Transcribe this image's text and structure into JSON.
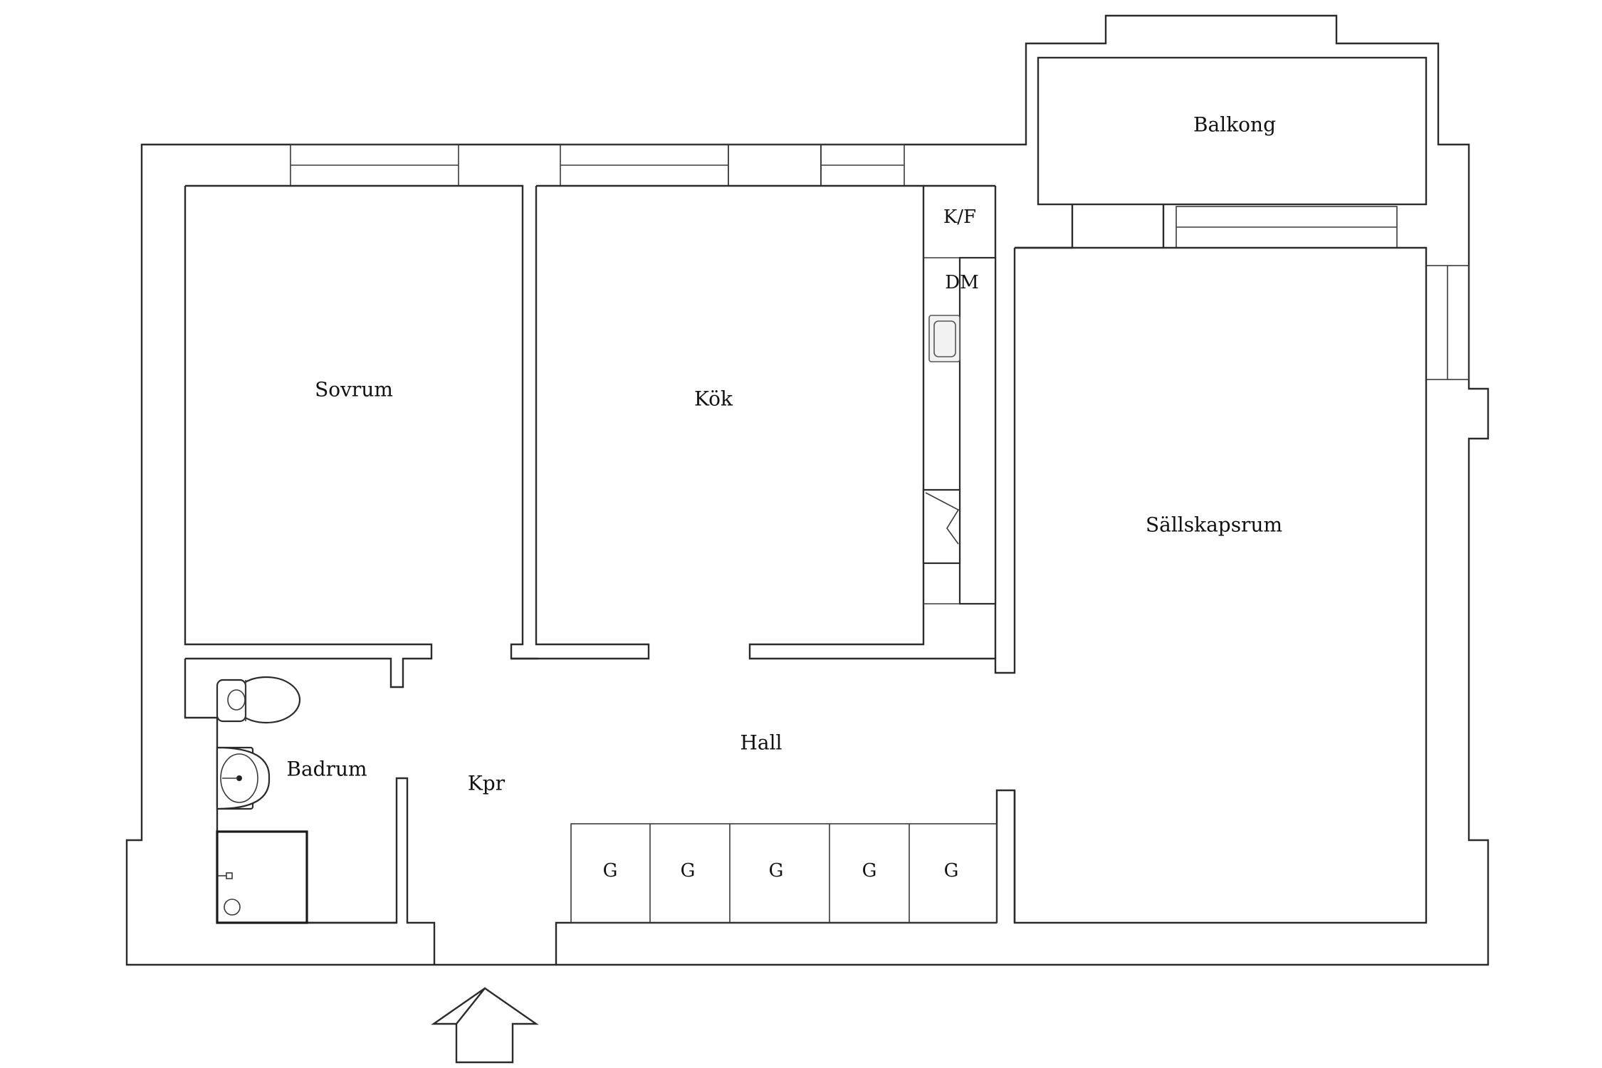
{
  "rooms": {
    "balcony": "Balkong",
    "fridge_freezer": "K/F",
    "dishwasher": "DM",
    "bedroom": "Sovrum",
    "kitchen": "Kök",
    "living_room": "Sällskapsrum",
    "hall": "Hall",
    "bathroom": "Badrum",
    "closet": "Kpr"
  },
  "wardrobes": [
    "G",
    "G",
    "G",
    "G",
    "G"
  ],
  "colors": {
    "line": "#2b2b2b",
    "background": "#ffffff"
  }
}
